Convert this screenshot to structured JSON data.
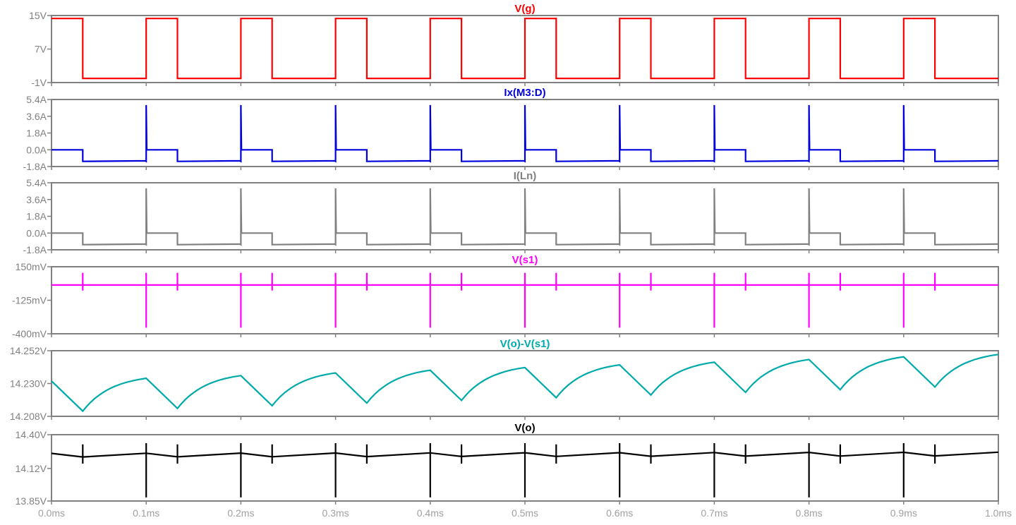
{
  "chart_data": {
    "type": "line",
    "x_ticks": [
      "0.0ms",
      "0.1ms",
      "0.2ms",
      "0.3ms",
      "0.4ms",
      "0.5ms",
      "0.6ms",
      "0.7ms",
      "0.8ms",
      "0.9ms",
      "1.0ms"
    ],
    "x_range_ms": [
      0,
      1.0
    ],
    "period_ms": 0.1,
    "duty": 0.33,
    "grid": false,
    "panels": [
      {
        "id": "vg",
        "title": "V(g)",
        "color": "#ff0000",
        "y_ticks": [
          {
            "v": 15,
            "label": "15V"
          },
          {
            "v": 7,
            "label": "7V"
          },
          {
            "v": -1,
            "label": "-1V"
          }
        ],
        "ylim": [
          -1,
          15
        ],
        "on_value": 14.3,
        "off_value": 0
      },
      {
        "id": "ix",
        "title": "Ix(M3:D)",
        "color": "#0000dd",
        "y_ticks": [
          {
            "v": 5.4,
            "label": "5.4A"
          },
          {
            "v": 3.6,
            "label": "3.6A"
          },
          {
            "v": 1.8,
            "label": "1.8A"
          },
          {
            "v": 0,
            "label": "0.0A"
          },
          {
            "v": -1.8,
            "label": "-1.8A"
          }
        ],
        "ylim": [
          -1.8,
          5.4
        ],
        "on_value": 0.0,
        "off_value": -1.25,
        "spike": 4.8
      },
      {
        "id": "iln",
        "title": "I(Ln)",
        "color": "#808080",
        "y_ticks": [
          {
            "v": 5.4,
            "label": "5.4A"
          },
          {
            "v": 3.6,
            "label": "3.6A"
          },
          {
            "v": 1.8,
            "label": "1.8A"
          },
          {
            "v": 0,
            "label": "0.0A"
          },
          {
            "v": -1.8,
            "label": "-1.8A"
          }
        ],
        "ylim": [
          -1.8,
          5.4
        ],
        "on_value": 0.0,
        "off_value": -1.25,
        "spike": 4.8
      },
      {
        "id": "vs1",
        "title": "V(s1)",
        "color": "#ff00ff",
        "y_ticks": [
          {
            "v": 150,
            "label": "150mV"
          },
          {
            "v": -125,
            "label": "-125mV"
          },
          {
            "v": -400,
            "label": "-400mV"
          }
        ],
        "ylim": [
          -400,
          150
        ],
        "baseline": 0,
        "rise_spike": [
          -350,
          100
        ],
        "fall_spike": [
          -45,
          100
        ]
      },
      {
        "id": "vdiff",
        "title": "V(o)-V(s1)",
        "color": "#00aaaa",
        "y_ticks": [
          {
            "v": 14.252,
            "label": "14.252V"
          },
          {
            "v": 14.23,
            "label": "14.230V"
          },
          {
            "v": 14.208,
            "label": "14.208V"
          }
        ],
        "ylim": [
          14.208,
          14.252
        ],
        "peaks": [
          14.2317,
          14.2335,
          14.2353,
          14.2371,
          14.2389,
          14.2407,
          14.2425,
          14.2443,
          14.2461,
          14.2479,
          14.2495
        ],
        "valleys": [
          14.2115,
          14.2133,
          14.2151,
          14.2169,
          14.2187,
          14.2205,
          14.2223,
          14.2241,
          14.2259,
          14.2277
        ]
      },
      {
        "id": "vo",
        "title": "V(o)",
        "color": "#000000",
        "y_ticks": [
          {
            "v": 14.4,
            "label": "14.40V"
          },
          {
            "v": 14.12,
            "label": "14.12V"
          },
          {
            "v": 13.85,
            "label": "13.85V"
          }
        ],
        "ylim": [
          13.85,
          14.4
        ],
        "peaks": [
          14.245,
          14.246,
          14.247,
          14.248,
          14.249,
          14.25,
          14.251,
          14.252,
          14.253,
          14.254,
          14.255
        ],
        "valleys": [
          14.215,
          14.216,
          14.217,
          14.218,
          14.219,
          14.22,
          14.221,
          14.222,
          14.223,
          14.224
        ],
        "rise_spike": [
          13.88,
          14.33
        ],
        "fall_spike": [
          14.16,
          14.32
        ]
      }
    ]
  }
}
